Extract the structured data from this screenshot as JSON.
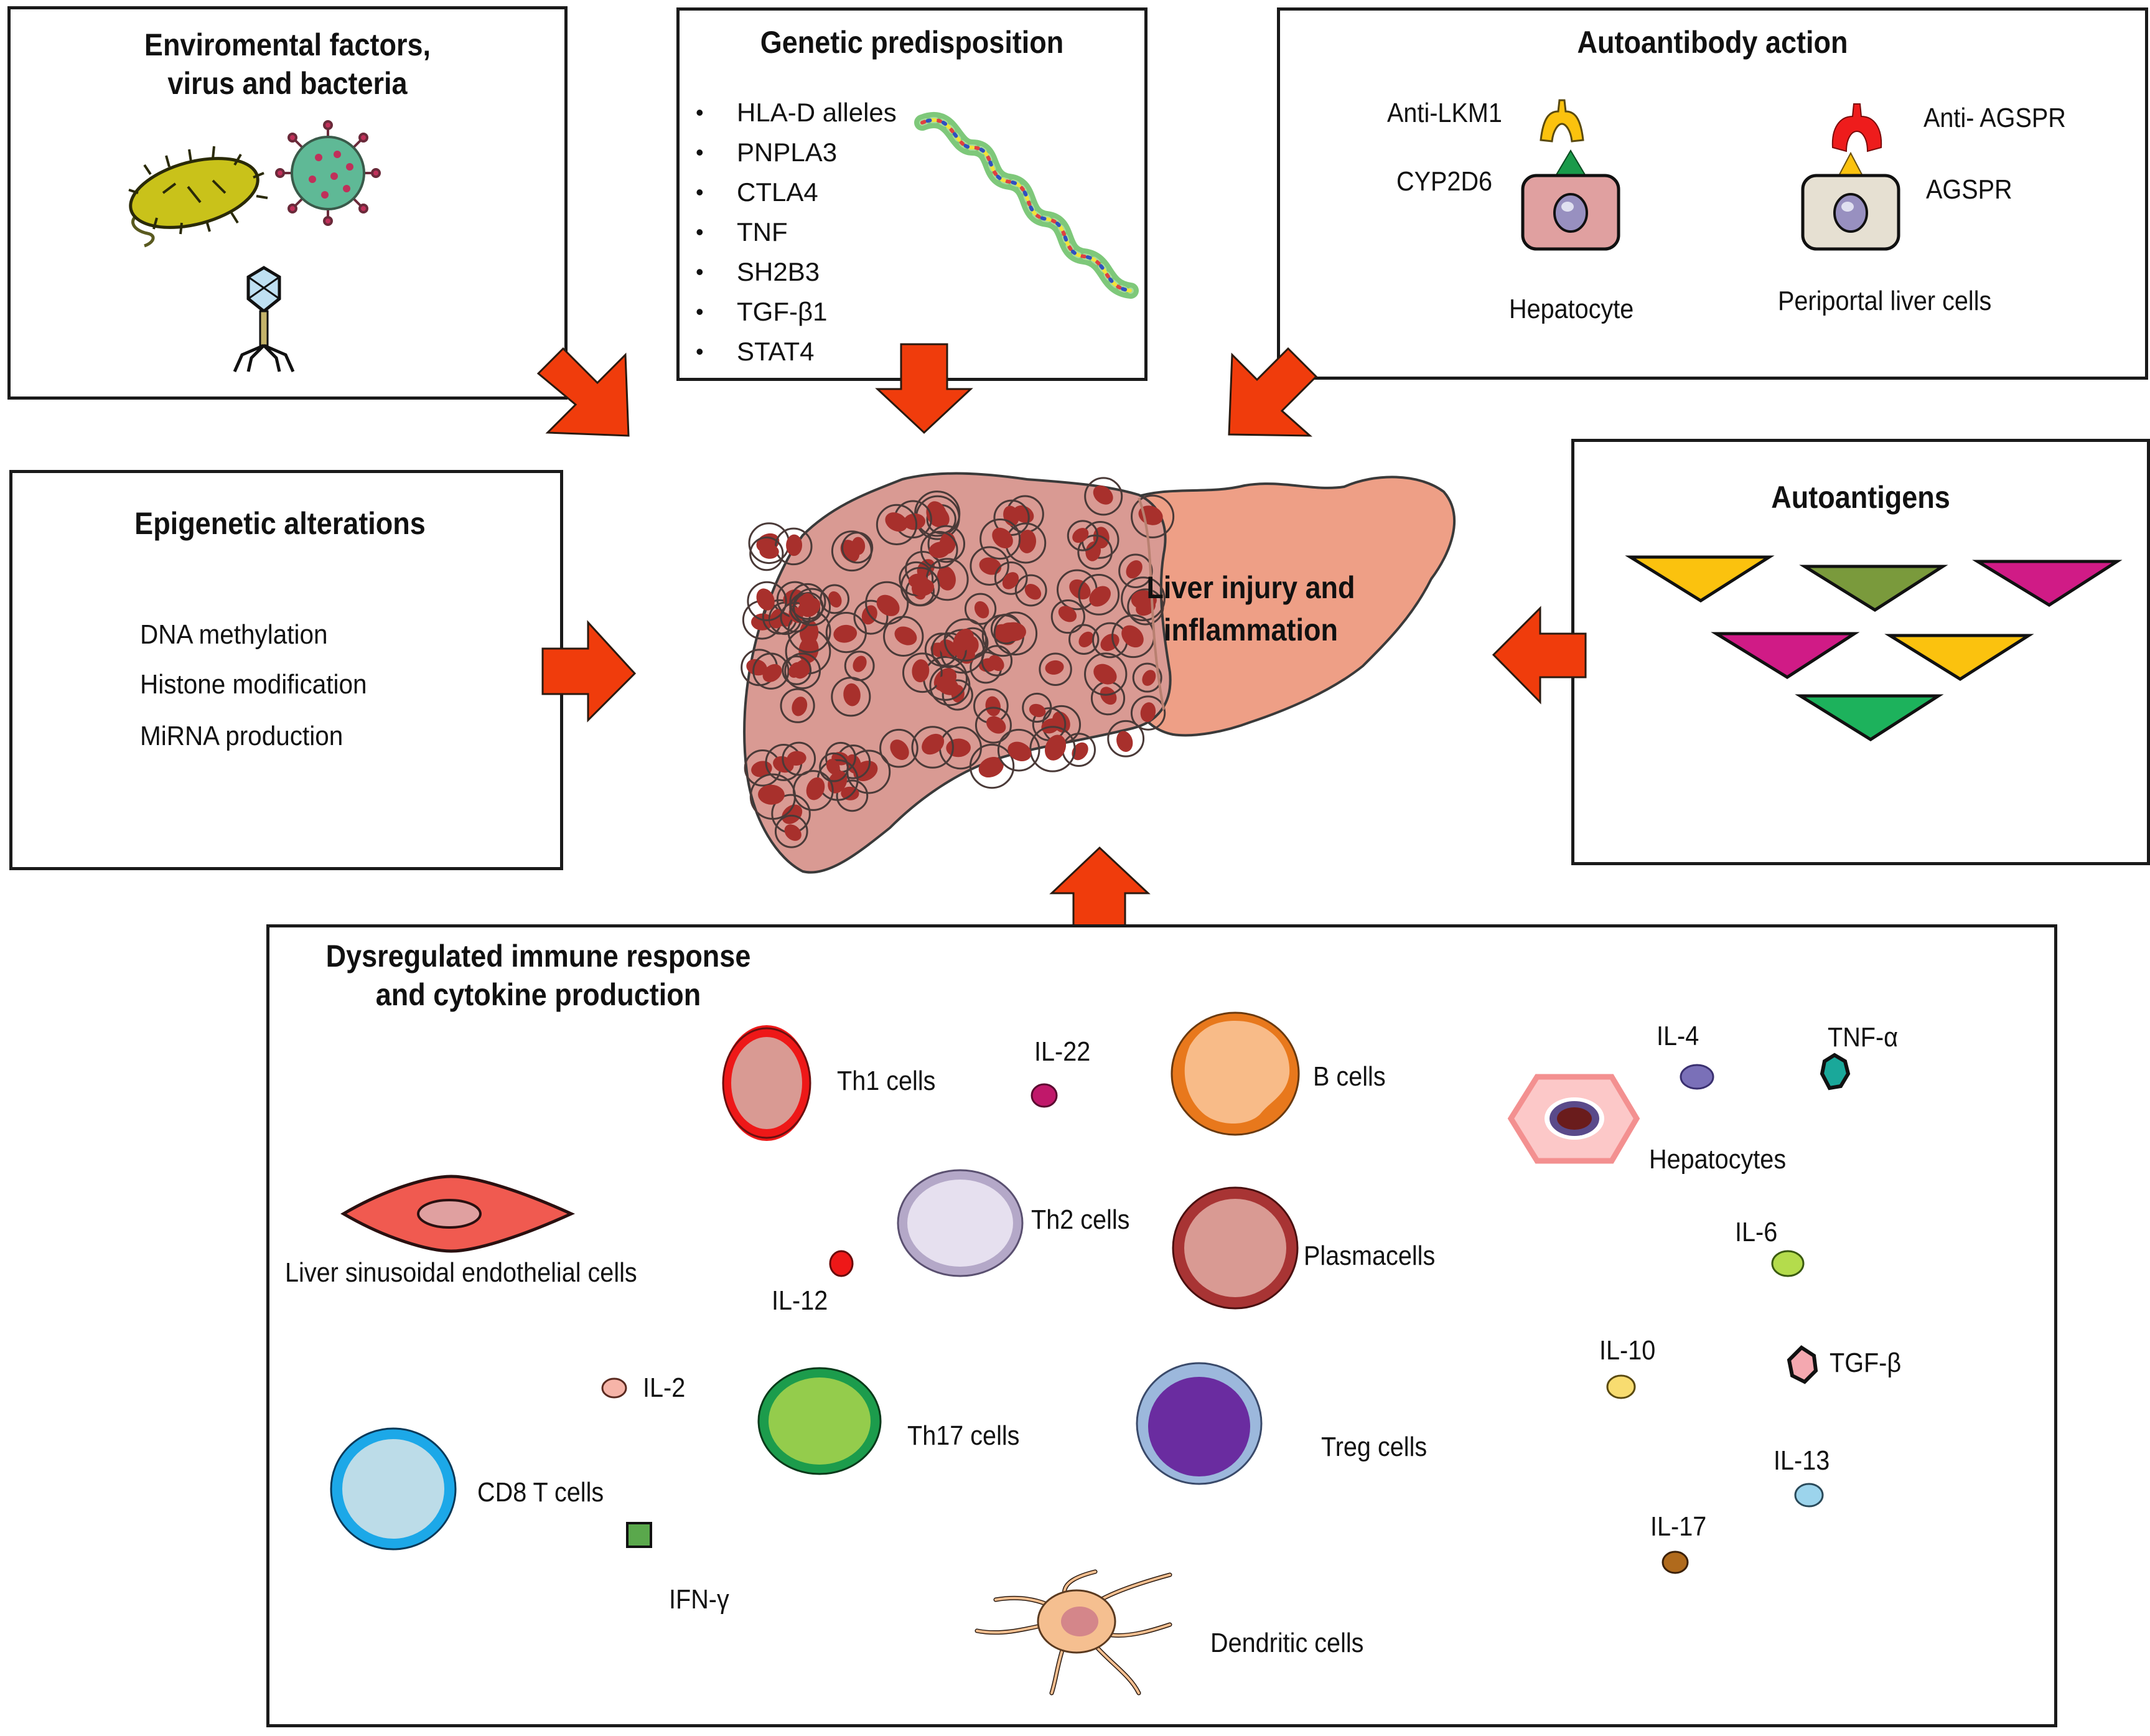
{
  "colors": {
    "arrow": "#f03c0c",
    "liver_lobe_left": "#d99a93",
    "liver_spots": "#a8302c",
    "liver_lobe_right": "#ee9f86",
    "box_border": "#1a1a1a"
  },
  "environmental": {
    "title_line1": "Enviromental factors,",
    "title_line2": "virus and bacteria",
    "icons": [
      "bacterium-icon",
      "coronavirus-icon",
      "bacteriophage-icon"
    ]
  },
  "genetic": {
    "title": "Genetic predisposition",
    "bullet": "•",
    "items": [
      "HLA-D alleles",
      "PNPLA3",
      "CTLA4",
      "TNF",
      "SH2B3",
      "TGF-β1",
      "STAT4"
    ]
  },
  "autoantibody": {
    "title": "Autoantibody action",
    "anti_lkm1": "Anti-LKM1",
    "cyp2d6": "CYP2D6",
    "hepatocyte": "Hepatocyte",
    "anti_agspr": "Anti- AGSPR",
    "agspr": "AGSPR",
    "periportal": "Periportal liver cells"
  },
  "epigenetic": {
    "title": "Epigenetic alterations",
    "items": [
      "DNA methylation",
      "Histone modification",
      "MiRNA production"
    ]
  },
  "liver": {
    "label_line1": "Liver injury and",
    "label_line2": "inflammation"
  },
  "autoantigens": {
    "title": "Autoantigens",
    "triangles": [
      {
        "color": "#fbc20e"
      },
      {
        "color": "#7a9a3c"
      },
      {
        "color": "#d01b86"
      },
      {
        "color": "#d01b86"
      },
      {
        "color": "#fbc20e"
      },
      {
        "color": "#1db25c"
      }
    ]
  },
  "immune": {
    "title_line1": "Dysregulated immune response",
    "title_line2": "and cytokine production",
    "cells": {
      "th1": "Th1 cells",
      "b": "B cells",
      "lsec": "Liver sinusoidal endothelial cells",
      "th2": "Th2 cells",
      "plasma": "Plasmacells",
      "hepatocytes": "Hepatocytes",
      "cd8": "CD8 T cells",
      "th17": "Th17 cells",
      "treg": "Treg cells",
      "dendritic": "Dendritic cells"
    },
    "cytokines": {
      "il22": "IL-22",
      "il12": "IL-12",
      "il4": "IL-4",
      "tnfa": "TNF-α",
      "il6": "IL-6",
      "il10": "IL-10",
      "tgfb": "TGF-β",
      "il2": "IL-2",
      "il13": "IL-13",
      "il17": "IL-17",
      "ifng": "IFN-γ"
    }
  }
}
